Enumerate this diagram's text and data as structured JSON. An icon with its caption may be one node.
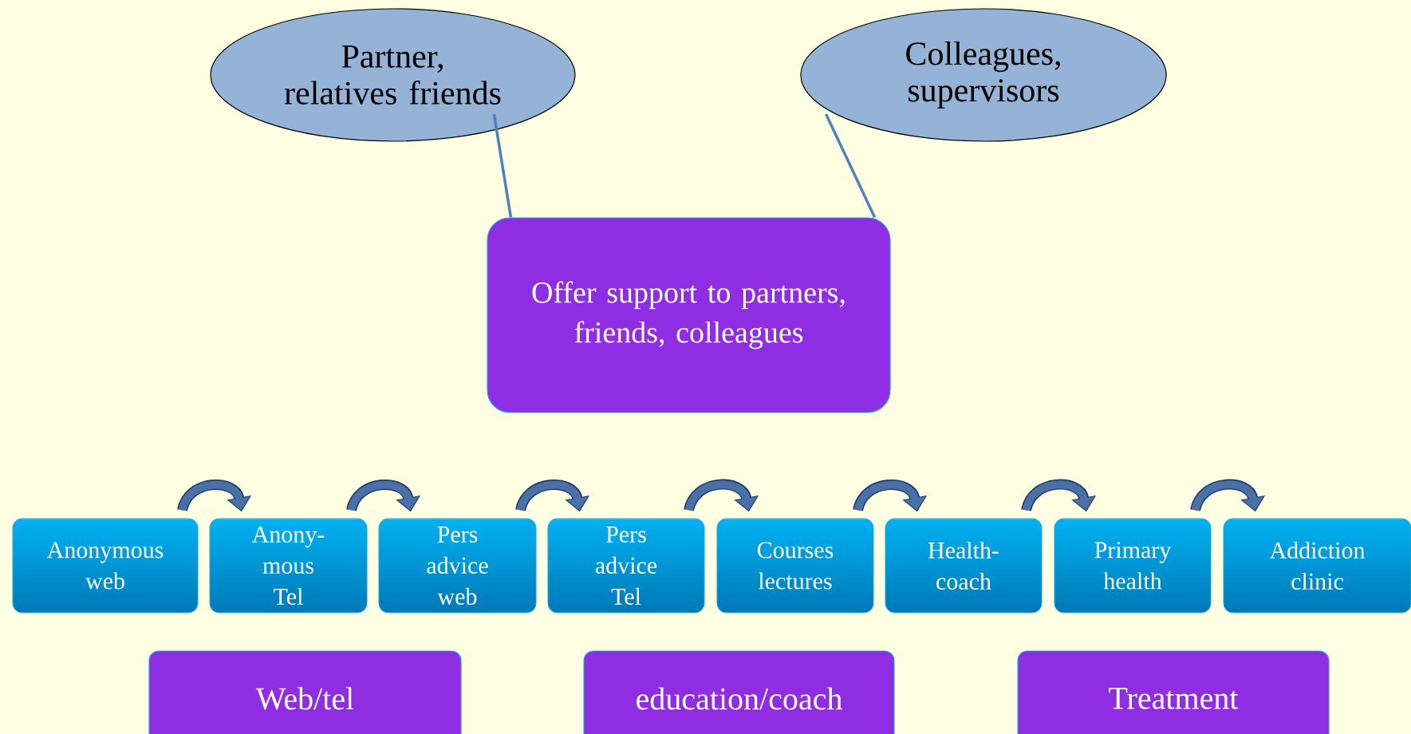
{
  "diagram": {
    "nodes": [
      {
        "text": [
          "Partner, relatives friends"
        ]
      },
      {
        "text": [
          "Colleagues, supervisors"
        ]
      },
      {
        "text": [
          "Offer support to partners, friends, colleagues"
        ]
      },
      {
        "text": [
          "Anonymous web"
        ]
      },
      {
        "text": [
          "Anony- mous Tel"
        ]
      },
      {
        "text": [
          "Pers advice web"
        ]
      },
      {
        "text": [
          "Pers advice Tel"
        ]
      },
      {
        "text": [
          "Courses lectures"
        ]
      },
      {
        "text": [
          "Health- coach"
        ]
      },
      {
        "text": [
          "Primary health"
        ]
      },
      {
        "text": [
          "Addiction clinic"
        ]
      },
      {
        "text": [
          "Web/tel"
        ]
      },
      {
        "text": [
          "education/coach"
        ]
      },
      {
        "text": [
          "Treatment"
        ]
      }
    ],
    "edges": [
      {
        "from": 0,
        "to": 2,
        "arrow": "none"
      },
      {
        "from": 1,
        "to": 2,
        "arrow": "none"
      },
      {
        "from": 3,
        "to": 4,
        "arrow": "to"
      },
      {
        "from": 4,
        "to": 5,
        "arrow": "to"
      },
      {
        "from": 5,
        "to": 6,
        "arrow": "to"
      },
      {
        "from": 6,
        "to": 7,
        "arrow": "to"
      },
      {
        "from": 7,
        "to": 8,
        "arrow": "to"
      },
      {
        "from": 8,
        "to": 9,
        "arrow": "to"
      },
      {
        "from": 9,
        "to": 10,
        "arrow": "to"
      }
    ]
  }
}
